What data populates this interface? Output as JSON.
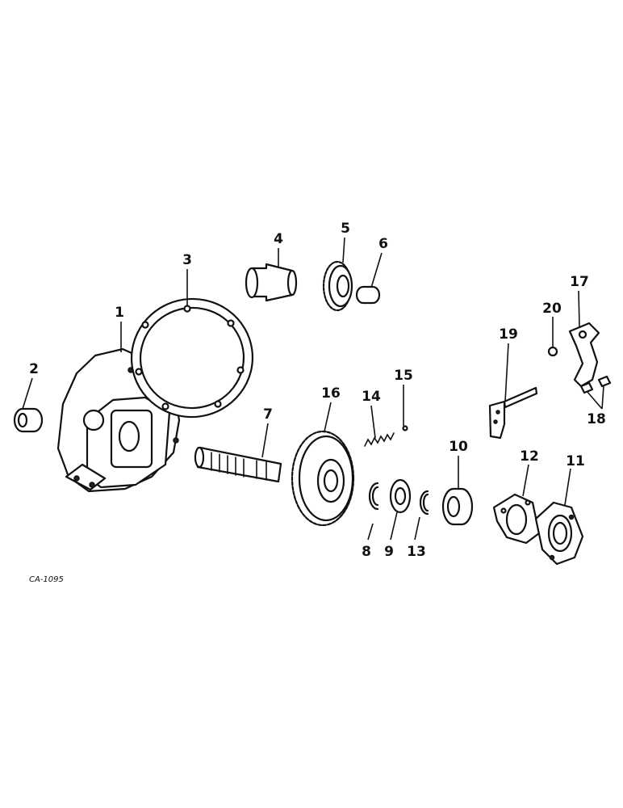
{
  "callouts": {
    "p1": "1",
    "p2": "2",
    "p3": "3",
    "p4": "4",
    "p5": "5",
    "p6": "6",
    "p7": "7",
    "p8": "8",
    "p9": "9",
    "p10": "10",
    "p11": "11",
    "p12": "12",
    "p13": "13",
    "p14": "14",
    "p15": "15",
    "p16": "16",
    "p17": "17",
    "p18": "18",
    "p19": "19",
    "p20": "20"
  },
  "drawing_code": "CA-1095"
}
